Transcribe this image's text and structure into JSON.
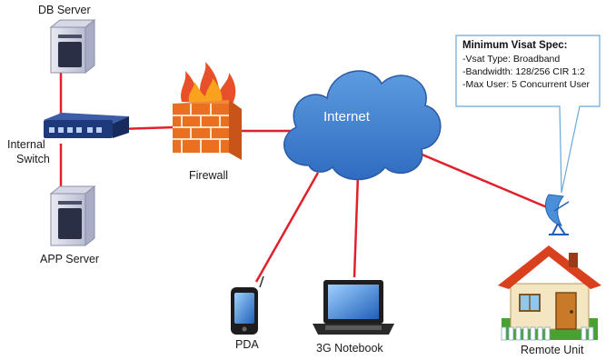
{
  "nodes": {
    "db_server": "DB Server",
    "internal_switch": [
      "Internal",
      "Switch"
    ],
    "app_server": "APP Server",
    "firewall": "Firewall",
    "internet": "Internet",
    "pda": "PDA",
    "notebook": "3G Notebook",
    "remote_unit": "Remote Unit"
  },
  "callout": {
    "title": "Minimum Visat Spec:",
    "lines": [
      "-Vsat Type: Broadband",
      "-Bandwidth: 128/256 CIR 1:2",
      "-Max User: 5 Concurrent User"
    ]
  },
  "colors": {
    "link": "#e0202a",
    "cloud": "#3d7fd1",
    "firewall_brick": "#e8701e",
    "switch": "#1f3a7a",
    "house_roof": "#d8401e"
  }
}
